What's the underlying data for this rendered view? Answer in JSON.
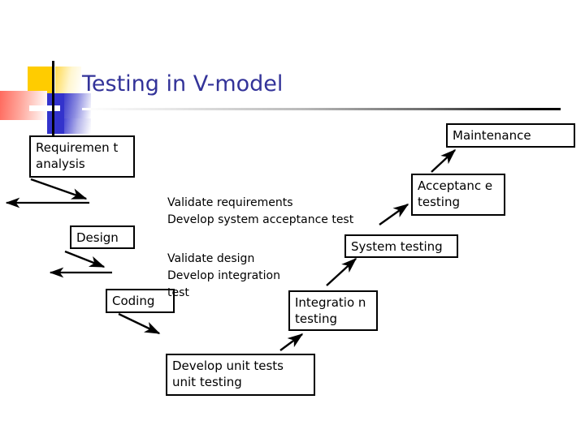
{
  "slide": {
    "title": "Testing in V-model",
    "decoration": {
      "yellow": "#ffcc00",
      "red": "#ff6a5e",
      "blue": "#3333cc",
      "title_color": "#333399",
      "line_color": "#000000"
    }
  },
  "nodes": {
    "requirement_analysis": "Requiremen t analysis",
    "design": "Design",
    "coding": "Coding",
    "maintenance": "Maintenance",
    "acceptance_testing": "Acceptanc e testing",
    "system_testing": "System testing",
    "integration_testing": "Integratio n testing",
    "unit_testing": "Develop unit tests\nunit testing"
  },
  "annotations": {
    "requirements_note": "Validate requirements\nDevelop system acceptance test",
    "design_note": "Validate design\nDevelop integration\ntest"
  },
  "icons": {
    "arrow_head": "arrow-head-icon"
  }
}
